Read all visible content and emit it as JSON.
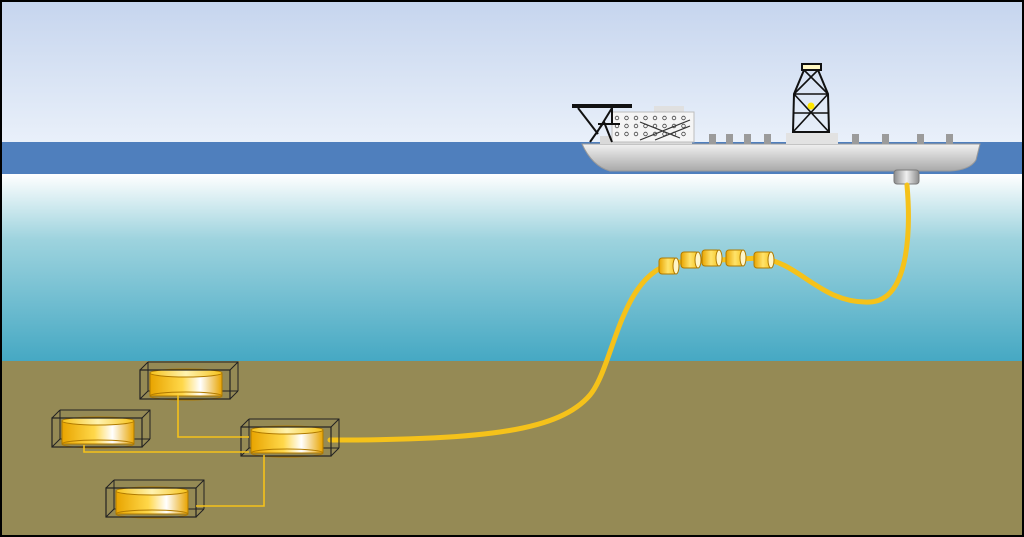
{
  "diagram": {
    "subject": "",
    "colors": {
      "sky_top": "#c6d5ee",
      "sky_bottom": "#e9f0fa",
      "sea_surface": "#4f7fbd",
      "water_top": "#ffffff",
      "water_mid": "#9dd3de",
      "water_deep": "#45a8c3",
      "seabed": "#958a55",
      "flowline": "#f5c21a",
      "ship_hull": "#c9c9c9",
      "frame": "#000000"
    },
    "components": {
      "vessel": "fpso-vessel",
      "turret": "turret-mooring",
      "riser": "flexible-riser",
      "buoyancy_modules": 5,
      "manifold": "subsea-manifold",
      "wells": 3,
      "derrick": "drilling-derrick",
      "flare_boom": "flare-boom",
      "process_deck": "process-modules"
    }
  }
}
